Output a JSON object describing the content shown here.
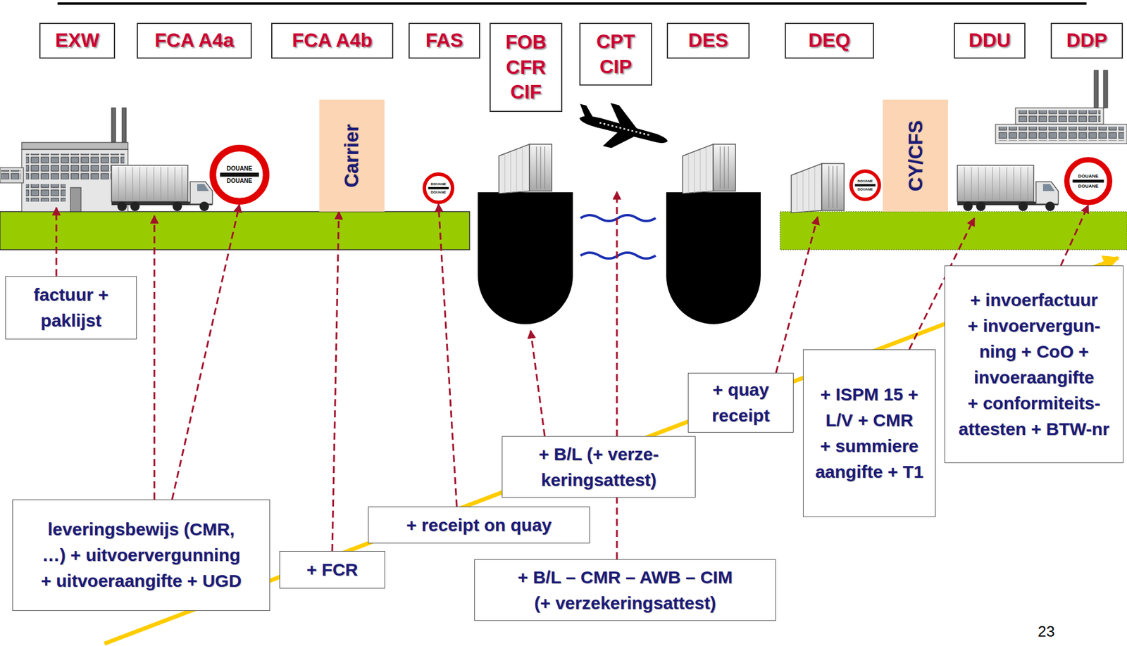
{
  "diagram": {
    "nodes": [
      {
        "text": [
          "EXW"
        ]
      },
      {
        "text": [
          "FCA A4a"
        ]
      },
      {
        "text": [
          "FCA A4b"
        ]
      },
      {
        "text": [
          "FAS"
        ]
      },
      {
        "text": [
          "FOB CFR CIF"
        ]
      },
      {
        "text": [
          "CPT CIP"
        ]
      },
      {
        "text": [
          "DES"
        ]
      },
      {
        "text": [
          "DEQ"
        ]
      },
      {
        "text": [
          "DDU"
        ]
      },
      {
        "text": [
          "DDP"
        ]
      },
      {
        "text": [
          "DOUANE",
          "DOUANE"
        ]
      },
      {
        "text": [
          "Carrier"
        ]
      },
      {
        "text": [
          "DOUANE",
          "DOUANE"
        ]
      },
      {
        "text": [
          "DOUANE",
          "DOUANE"
        ]
      },
      {
        "text": [
          "CY/CFS"
        ]
      },
      {
        "text": [
          "DOUANE",
          "DOUANE"
        ]
      },
      {
        "text": [
          "factuur + paklijst"
        ]
      },
      {
        "text": [
          "leveringsbewijs (CMR, …) + uitvoervergunning + uitvoeraangifte + UGD"
        ]
      },
      {
        "text": [
          "+ FCR"
        ]
      },
      {
        "text": [
          "+ receipt on quay"
        ]
      },
      {
        "text": [
          "+ B/L (+ verze- keringsattest)"
        ]
      },
      {
        "text": [
          "+ B/L – CMR – AWB – CIM (+ verzekeringsattest)"
        ]
      },
      {
        "text": [
          "+ quay receipt"
        ]
      },
      {
        "text": [
          "+ ISPM 15 + L/V + CMR + summiere aangifte + T1"
        ]
      },
      {
        "text": [
          "+ invoerfactuur + invoervergun- ning + CoO + invoeraangifte + conformiteits- attesten + BTW-nr"
        ]
      }
    ],
    "edges": [
      {
        "from": 17,
        "to": 10,
        "arrow": "to"
      },
      {
        "from": 18,
        "to": 11,
        "arrow": "to"
      },
      {
        "from": 19,
        "to": 12,
        "arrow": "to"
      },
      {
        "from": 24,
        "to": 15,
        "arrow": "to"
      }
    ],
    "labels": [
      "23"
    ]
  }
}
